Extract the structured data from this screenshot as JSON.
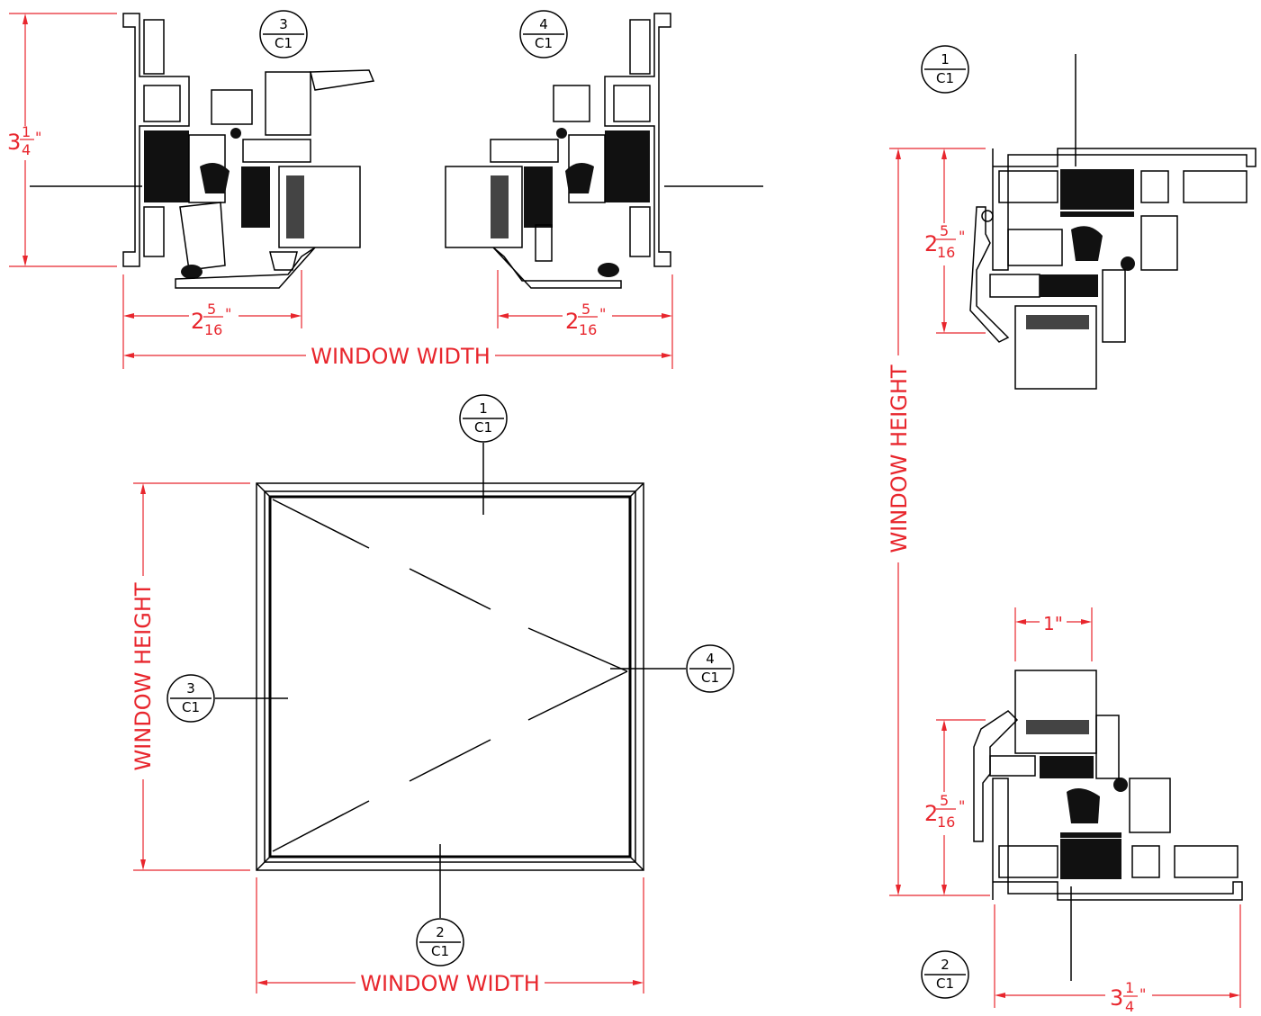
{
  "tags": {
    "t1_num": "1",
    "t1_sheet": "C1",
    "t2_num": "2",
    "t2_sheet": "C1",
    "t3_num": "3",
    "t3_sheet": "C1",
    "t4_num": "4",
    "t4_sheet": "C1"
  },
  "dims": {
    "window_width": "WINDOW WIDTH",
    "window_height": "WINDOW HEIGHT",
    "profile_depth_whole": "3",
    "profile_depth_num": "1",
    "profile_depth_den": "4",
    "sight_whole": "2",
    "sight_num": "5",
    "sight_den": "16",
    "glass_depth": "1\"",
    "inch_mark": "\""
  },
  "colors": {
    "dimension": "#e8262d",
    "linework": "#000000"
  }
}
